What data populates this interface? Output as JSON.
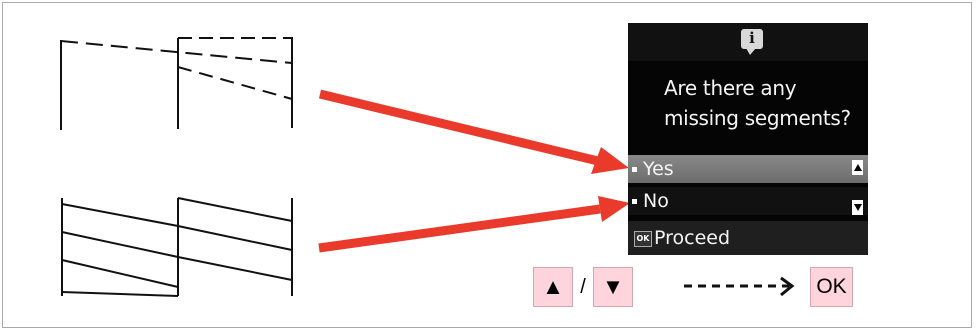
{
  "colors": {
    "arrow_red": "#ea3a2c",
    "lcd_background": "#050505",
    "key_pink": "#ffd4dc",
    "key_border": "#d1a8b2"
  },
  "lcd": {
    "header_icon": "info-icon",
    "header_icon_text": "i",
    "message": "Are there any\nmissing segments?",
    "options": [
      {
        "label": "Yes",
        "selected": true
      },
      {
        "label": "No",
        "selected": false
      }
    ],
    "proceed_prefix": "OK",
    "proceed_label": "Proceed"
  },
  "keys": {
    "up": "▲",
    "slash": "/",
    "down": "▼",
    "ok": "OK"
  }
}
